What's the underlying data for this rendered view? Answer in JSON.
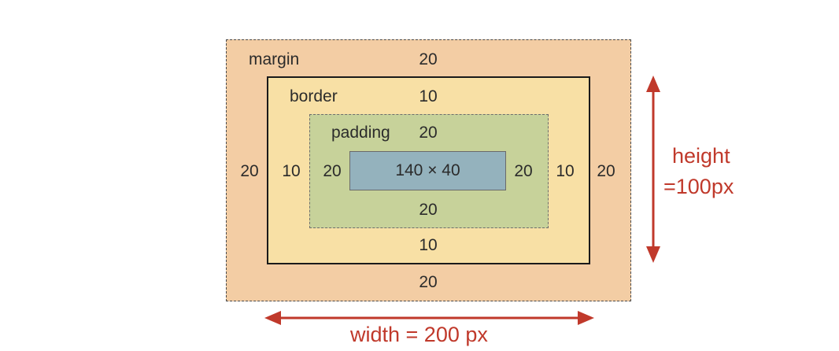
{
  "colors": {
    "margin": "#f3cda4",
    "border": "#f8e0a5",
    "padding": "#c7d29a",
    "content": "#94b2bd",
    "annotation": "#c0392b"
  },
  "layers": {
    "margin": {
      "label": "margin",
      "top": "20",
      "bottom": "20",
      "left": "20",
      "right": "20"
    },
    "border": {
      "label": "border",
      "top": "10",
      "bottom": "10",
      "left": "10",
      "right": "10"
    },
    "padding": {
      "label": "padding",
      "top": "20",
      "bottom": "20",
      "left": "20",
      "right": "20"
    },
    "content": {
      "size": "140 × 40"
    }
  },
  "dimensions": {
    "height_line1": "height",
    "height_line2": "=100px",
    "width": "width = 200 px"
  }
}
